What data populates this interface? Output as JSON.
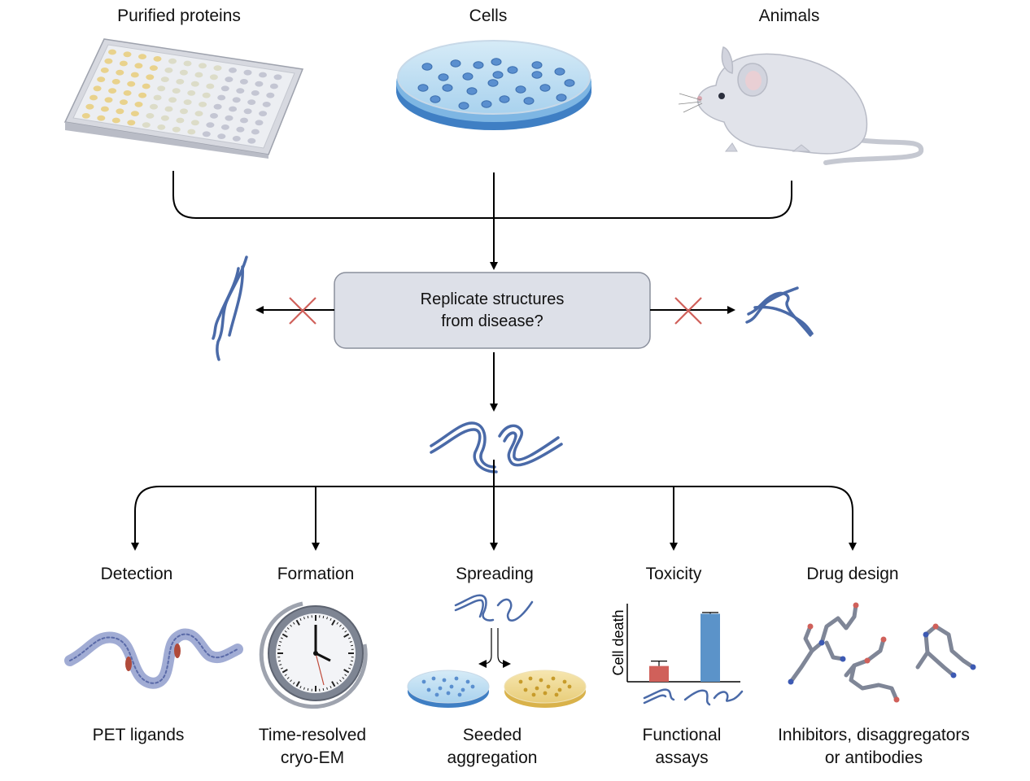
{
  "sources": [
    {
      "label": "Purified proteins",
      "icon": "well-plate-icon"
    },
    {
      "label": "Cells",
      "icon": "petri-dish-icon"
    },
    {
      "label": "Animals",
      "icon": "mouse-icon"
    }
  ],
  "decision_box": {
    "line1": "Replicate structures",
    "line2": "from disease?"
  },
  "applications": [
    {
      "heading": "Detection",
      "caption_line1": "PET ligands",
      "caption_line2": ""
    },
    {
      "heading": "Formation",
      "caption_line1": "Time-resolved",
      "caption_line2": "cryo-EM"
    },
    {
      "heading": "Spreading",
      "caption_line1": "Seeded",
      "caption_line2": "aggregation"
    },
    {
      "heading": "Toxicity",
      "caption_line1": "Functional",
      "caption_line2": "assays"
    },
    {
      "heading": "Drug design",
      "caption_line1": "Inhibitors, disaggregators",
      "caption_line2": "or antibodies"
    }
  ],
  "toxicity_chart": {
    "ylabel": "Cell death",
    "bars": [
      {
        "value": 0.22,
        "error": 0.1,
        "color": "#d0605a"
      },
      {
        "value": 0.95,
        "error": 0.1,
        "color": "#5b93c9"
      }
    ]
  },
  "colors": {
    "fibril": "#4a6aa8",
    "reject_x": "#d0605a",
    "box_fill": "#dde0e8",
    "box_stroke": "#8a8f9c"
  }
}
